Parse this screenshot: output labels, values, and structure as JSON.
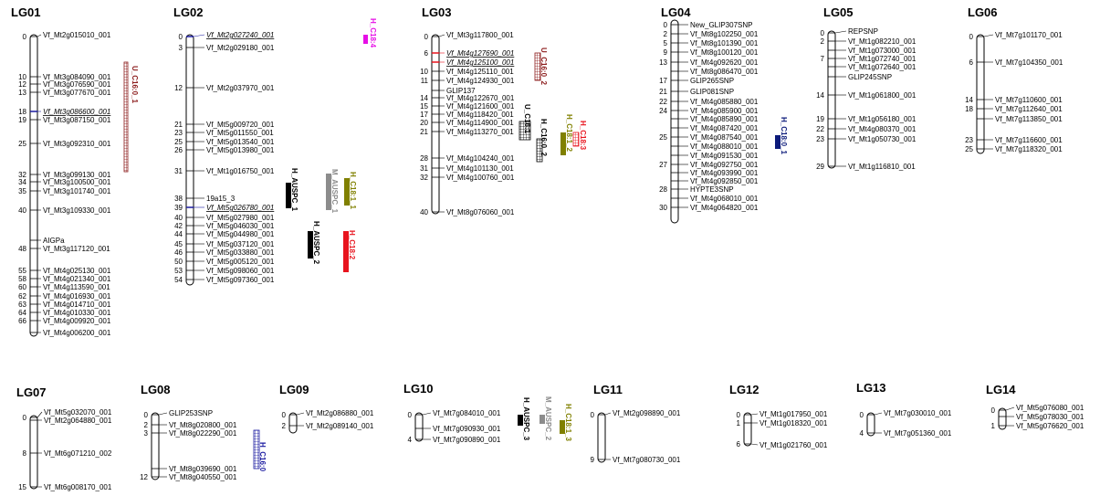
{
  "linkage_groups": [
    {
      "id": "lg01",
      "name": "LG01",
      "markers": [
        {
          "pos": "0",
          "name": "Vf_Mt2g015010_001"
        },
        {
          "pos": "10",
          "name": "Vf_Mt3g084090_001"
        },
        {
          "pos": "12",
          "name": "Vf_Mt3g076590_001"
        },
        {
          "pos": "13",
          "name": "Vf_Mt3g077670_001"
        },
        {
          "pos": "18",
          "name": "Vf_Mt3g086600_001",
          "hl": "blue"
        },
        {
          "pos": "19",
          "name": "Vf_Mt3g087150_001"
        },
        {
          "pos": "25",
          "name": "Vf_Mt3g092310_001"
        },
        {
          "pos": "32",
          "name": "Vf_Mt3g099130_001"
        },
        {
          "pos": "34",
          "name": "Vf_Mt3g100500_001"
        },
        {
          "pos": "35",
          "name": "Vf_Mt3g101740_001"
        },
        {
          "pos": "40",
          "name": "Vf_Mt3g109330_001"
        },
        {
          "pos": "",
          "name": "AIGPa"
        },
        {
          "pos": "48",
          "name": "Vf_Mt3g117120_001"
        },
        {
          "pos": "55",
          "name": "Vf_Mt4g025130_001"
        },
        {
          "pos": "58",
          "name": "Vf_Mt4g021340_001"
        },
        {
          "pos": "60",
          "name": "Vf_Mt4g113590_001"
        },
        {
          "pos": "62",
          "name": "Vf_Mt4g016930_001"
        },
        {
          "pos": "63",
          "name": "Vf_Mt4g014710_001"
        },
        {
          "pos": "64",
          "name": "Vf_Mt4g010330_001"
        },
        {
          "pos": "66",
          "name": "Vf_Mt4g009920_001"
        },
        {
          "pos": "",
          "name": "Vf_Mt4g006200_001"
        }
      ],
      "qtls": [
        {
          "label": "U_C16:0_1",
          "color": "#8b1a1a",
          "style": "hatch"
        }
      ]
    },
    {
      "id": "lg02",
      "name": "LG02",
      "markers": [
        {
          "pos": "0",
          "name": "Vf_Mt2g027240_001",
          "hl": "blue"
        },
        {
          "pos": "3",
          "name": "Vf_Mt2g029180_001"
        },
        {
          "pos": "12",
          "name": "Vf_Mt2g037970_001"
        },
        {
          "pos": "21",
          "name": "Vf_Mt5g009720_001"
        },
        {
          "pos": "23",
          "name": "Vf_Mt5g011550_001"
        },
        {
          "pos": "25",
          "name": "Vf_Mt5g013540_001"
        },
        {
          "pos": "26",
          "name": "Vf_Mt5g013980_001"
        },
        {
          "pos": "31",
          "name": "Vf_Mt1g016750_001"
        },
        {
          "pos": "38",
          "name": "19a15_3"
        },
        {
          "pos": "39",
          "name": "Vf_Mt5g026780_001",
          "hl": "blue"
        },
        {
          "pos": "40",
          "name": "Vf_Mt5g027980_001"
        },
        {
          "pos": "42",
          "name": "Vf_Mt5g046030_001"
        },
        {
          "pos": "44",
          "name": "Vf_Mt5g044980_001"
        },
        {
          "pos": "45",
          "name": "Vf_Mt5g037120_001"
        },
        {
          "pos": "46",
          "name": "Vf_Mt5g033880_001"
        },
        {
          "pos": "50",
          "name": "Vf_Mt5g005120_001"
        },
        {
          "pos": "53",
          "name": "Vf_Mt5g098060_001"
        },
        {
          "pos": "54",
          "name": "Vf_Mt5g097360_001"
        }
      ],
      "qtls": [
        {
          "label": "H_AUSPC_1",
          "color": "#000000",
          "style": "solid"
        },
        {
          "label": "M_AUSPC_1",
          "color": "#8c8c8c",
          "style": "solid"
        },
        {
          "label": "H_C18:1_1",
          "color": "#808000",
          "style": "solid"
        },
        {
          "label": "H_AUSPC_2",
          "color": "#000000",
          "style": "solid"
        },
        {
          "label": "H_C18:2",
          "color": "#e8141e",
          "style": "solid"
        },
        {
          "label": "H_C18:4",
          "color": "#e60ee6",
          "style": "solid"
        }
      ]
    },
    {
      "id": "lg03",
      "name": "LG03",
      "markers": [
        {
          "pos": "0",
          "name": "Vf_Mt3g117800_001"
        },
        {
          "pos": "6",
          "name": "Vf_Mt4g127690_001",
          "hl": "red"
        },
        {
          "pos": "",
          "name": "Vf_Mt4g125100_001",
          "hl": "red"
        },
        {
          "pos": "10",
          "name": "Vf_Mt4g125110_001"
        },
        {
          "pos": "11",
          "name": "Vf_Mt4g124930_001"
        },
        {
          "pos": "",
          "name": "GLIP137"
        },
        {
          "pos": "14",
          "name": "Vf_Mt4g122670_001"
        },
        {
          "pos": "15",
          "name": "Vf_Mt4g121600_001"
        },
        {
          "pos": "17",
          "name": "Vf_Mt4g118420_001"
        },
        {
          "pos": "20",
          "name": "Vf_Mt4g114900_001"
        },
        {
          "pos": "21",
          "name": "Vf_Mt4g113270_001"
        },
        {
          "pos": "28",
          "name": "Vf_Mt4g104240_001"
        },
        {
          "pos": "31",
          "name": "Vf_Mt4g101130_001"
        },
        {
          "pos": "32",
          "name": "Vf_Mt4g100760_001"
        },
        {
          "pos": "40",
          "name": "Vf_Mt8g076060_001"
        }
      ],
      "qtls": [
        {
          "label": "U_C16:0_2",
          "color": "#8b1a1a",
          "style": "hatch"
        },
        {
          "label": "U_C16:1",
          "color": "#000000",
          "style": "hatch"
        },
        {
          "label": "H_C16:0_2",
          "color": "#000000",
          "style": "hatch"
        },
        {
          "label": "H_C18:1_2",
          "color": "#808000",
          "style": "solid"
        },
        {
          "label": "H_C18:3",
          "color": "#e8141e",
          "style": "hatch"
        }
      ]
    },
    {
      "id": "lg04",
      "name": "LG04",
      "markers": [
        {
          "pos": "0",
          "name": "New_GLIP307SNP"
        },
        {
          "pos": "2",
          "name": "Vf_Mt8g102250_001"
        },
        {
          "pos": "5",
          "name": "Vf_Mt8g101390_001"
        },
        {
          "pos": "9",
          "name": "Vf_Mt8g100120_001"
        },
        {
          "pos": "13",
          "name": "Vf_Mt4g092620_001"
        },
        {
          "pos": "",
          "name": "Vf_Mt8g086470_001"
        },
        {
          "pos": "17",
          "name": "GLIP265SNP"
        },
        {
          "pos": "21",
          "name": "GLIP081SNP"
        },
        {
          "pos": "22",
          "name": "Vf_Mt4g085880_001"
        },
        {
          "pos": "24",
          "name": "Vf_Mt4g085900_001"
        },
        {
          "pos": "",
          "name": "Vf_Mt4g085890_001"
        },
        {
          "pos": "",
          "name": "Vf_Mt4g087420_001"
        },
        {
          "pos": "25",
          "name": "Vf_Mt4g087540_001"
        },
        {
          "pos": "",
          "name": "Vf_Mt4g088010_001"
        },
        {
          "pos": "",
          "name": "Vf_Mt4g091530_001"
        },
        {
          "pos": "27",
          "name": "Vf_Mt4g092750_001"
        },
        {
          "pos": "",
          "name": "Vf_Mt4g093990_001"
        },
        {
          "pos": "",
          "name": "Vf_Mt4g092850_001"
        },
        {
          "pos": "28",
          "name": "HYPTE3SNP"
        },
        {
          "pos": "",
          "name": "Vf_Mt4g068010_001"
        },
        {
          "pos": "30",
          "name": "Vf_Mt4g064820_001"
        }
      ],
      "qtls": [
        {
          "label": "H_C18:0_1",
          "color": "#0b1a7a",
          "style": "solid"
        }
      ]
    },
    {
      "id": "lg05",
      "name": "LG05",
      "markers": [
        {
          "pos": "0",
          "name": "REPSNP"
        },
        {
          "pos": "2",
          "name": "Vf_Mt1g082210_001"
        },
        {
          "pos": "",
          "name": "Vf_Mt1g073000_001"
        },
        {
          "pos": "7",
          "name": "Vf_Mt1g072740_001"
        },
        {
          "pos": "",
          "name": "Vf_Mt1g072640_001"
        },
        {
          "pos": "",
          "name": "GLIP245SNP"
        },
        {
          "pos": "14",
          "name": "Vf_Mt1g061800_001"
        },
        {
          "pos": "19",
          "name": "Vf_Mt1g056180_001"
        },
        {
          "pos": "22",
          "name": "Vf_Mt4g080370_001"
        },
        {
          "pos": "23",
          "name": "Vf_Mt1g050730_001"
        },
        {
          "pos": "29",
          "name": "Vf_Mt1g116810_001"
        }
      ],
      "qtls": []
    },
    {
      "id": "lg06",
      "name": "LG06",
      "markers": [
        {
          "pos": "0",
          "name": "Vf_Mt7g101170_001"
        },
        {
          "pos": "6",
          "name": "Vf_Mt7g104350_001"
        },
        {
          "pos": "14",
          "name": "Vf_Mt7g110600_001"
        },
        {
          "pos": "18",
          "name": "Vf_Mt7g112640_001"
        },
        {
          "pos": "",
          "name": "Vf_Mt7g113850_001"
        },
        {
          "pos": "23",
          "name": "Vf_Mt7g116600_001"
        },
        {
          "pos": "25",
          "name": "Vf_Mt7g118320_001"
        }
      ],
      "qtls": []
    },
    {
      "id": "lg07",
      "name": "LG07",
      "markers": [
        {
          "pos": "0",
          "name": "Vf_Mt5g032070_001"
        },
        {
          "pos": "",
          "name": "Vf_Mt2g064880_001"
        },
        {
          "pos": "8",
          "name": "Vf_Mt6g071210_002"
        },
        {
          "pos": "15",
          "name": "Vf_Mt6g008170_001"
        }
      ],
      "qtls": []
    },
    {
      "id": "lg08",
      "name": "LG08",
      "markers": [
        {
          "pos": "0",
          "name": "GLIP253SNP"
        },
        {
          "pos": "2",
          "name": "Vf_Mt8g020800_001"
        },
        {
          "pos": "3",
          "name": "Vf_Mt8g022290_001"
        },
        {
          "pos": "",
          "name": "Vf_Mt8g039690_001"
        },
        {
          "pos": "12",
          "name": "Vf_Mt8g040550_001"
        }
      ],
      "qtls": [
        {
          "label": "H_C16:0",
          "color": "#1a1aa0",
          "style": "hatch"
        }
      ]
    },
    {
      "id": "lg09",
      "name": "LG09",
      "markers": [
        {
          "pos": "0",
          "name": "Vf_Mt2g086880_001"
        },
        {
          "pos": "2",
          "name": "Vf_Mt2g089140_001"
        }
      ],
      "qtls": []
    },
    {
      "id": "lg10",
      "name": "LG10",
      "markers": [
        {
          "pos": "0",
          "name": "Vf_Mt7g084010_001"
        },
        {
          "pos": "",
          "name": "Vf_Mt7g090930_001"
        },
        {
          "pos": "4",
          "name": "Vf_Mt7g090890_001"
        }
      ],
      "qtls": [
        {
          "label": "H_AUSPC_3",
          "color": "#000000",
          "style": "solid"
        },
        {
          "label": "M_AUSPC_2",
          "color": "#8c8c8c",
          "style": "solid"
        },
        {
          "label": "H_C18:1_3",
          "color": "#808000",
          "style": "solid"
        }
      ]
    },
    {
      "id": "lg11",
      "name": "LG11",
      "markers": [
        {
          "pos": "0",
          "name": "Vf_Mt2g098890_001"
        },
        {
          "pos": "9",
          "name": "Vf_Mt7g080730_001"
        }
      ],
      "qtls": []
    },
    {
      "id": "lg12",
      "name": "LG12",
      "markers": [
        {
          "pos": "0",
          "name": "Vf_Mt1g017950_001"
        },
        {
          "pos": "1",
          "name": "Vf_Mt1g018320_001"
        },
        {
          "pos": "6",
          "name": "Vf_Mt1g021760_001"
        }
      ],
      "qtls": []
    },
    {
      "id": "lg13",
      "name": "LG13",
      "markers": [
        {
          "pos": "0",
          "name": "Vf_Mt7g030010_001"
        },
        {
          "pos": "4",
          "name": "Vf_Mt7g051360_001"
        }
      ],
      "qtls": []
    },
    {
      "id": "lg14",
      "name": "LG14",
      "markers": [
        {
          "pos": "0",
          "name": "Vf_Mt5g076080_001"
        },
        {
          "pos": "",
          "name": "Vf_Mt5g078030_001"
        },
        {
          "pos": "1",
          "name": "Vf_Mt5g076620_001"
        }
      ],
      "qtls": []
    }
  ]
}
